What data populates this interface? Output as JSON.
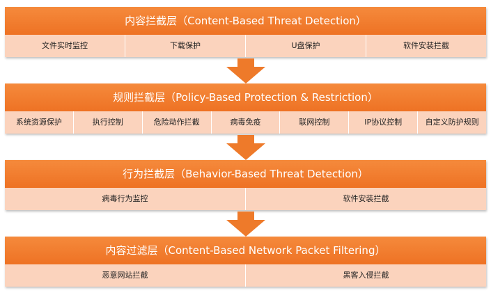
{
  "layers": [
    {
      "title": "内容拦截层（Content-Based Threat Detection）",
      "items": [
        "文件实时监控",
        "下载保护",
        "U盘保护",
        "软件安装拦截"
      ]
    },
    {
      "title": "规则拦截层（Policy-Based Protection & Restriction）",
      "items": [
        "系统资源保护",
        "执行控制",
        "危险动作拦截",
        "病毒免疫",
        "联网控制",
        "IP协议控制",
        "自定义防护规则"
      ]
    },
    {
      "title": "行为拦截层（Behavior-Based Threat Detection）",
      "items": [
        "病毒行为监控",
        "软件安装拦截"
      ]
    },
    {
      "title": "内容过滤层（Content-Based Network Packet Filtering）",
      "items": [
        "恶意网站拦截",
        "黑客入侵拦截"
      ]
    }
  ],
  "colors": {
    "header": "#ef7a2c",
    "row": "#fbd3bd",
    "arrow": "#ee7a2a"
  }
}
